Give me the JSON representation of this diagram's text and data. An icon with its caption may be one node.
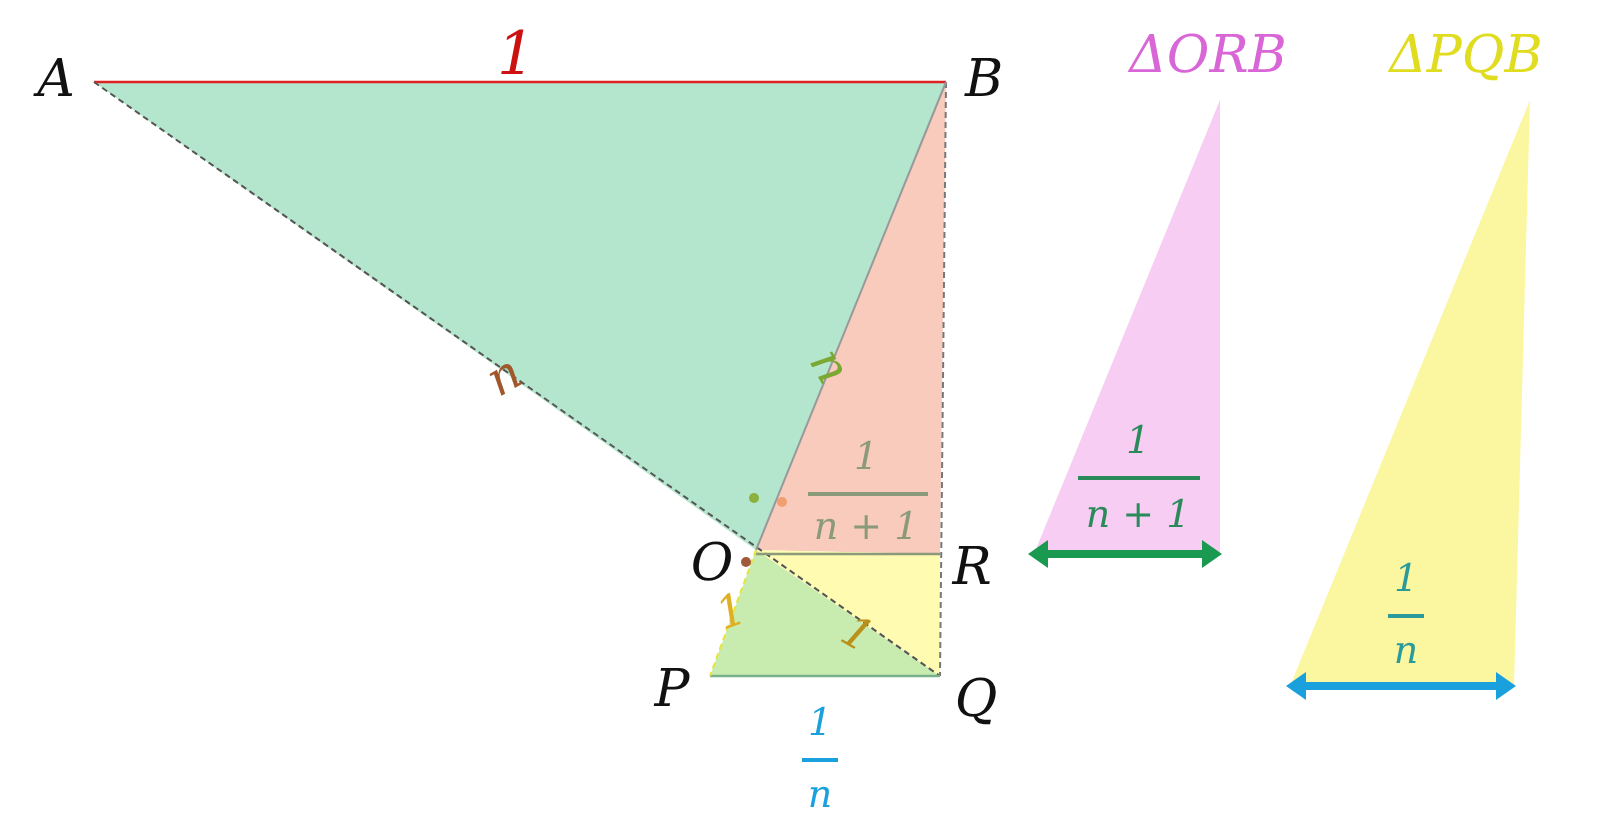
{
  "diagram": {
    "labels": [
      "1",
      "A",
      "B",
      "ΔORB",
      "ΔPQB",
      "n",
      "n",
      "1",
      "n + 1",
      "1",
      "n + 1",
      "O",
      "R",
      "1",
      "1",
      "P",
      "Q",
      "1",
      "n",
      "1",
      "n"
    ]
  }
}
